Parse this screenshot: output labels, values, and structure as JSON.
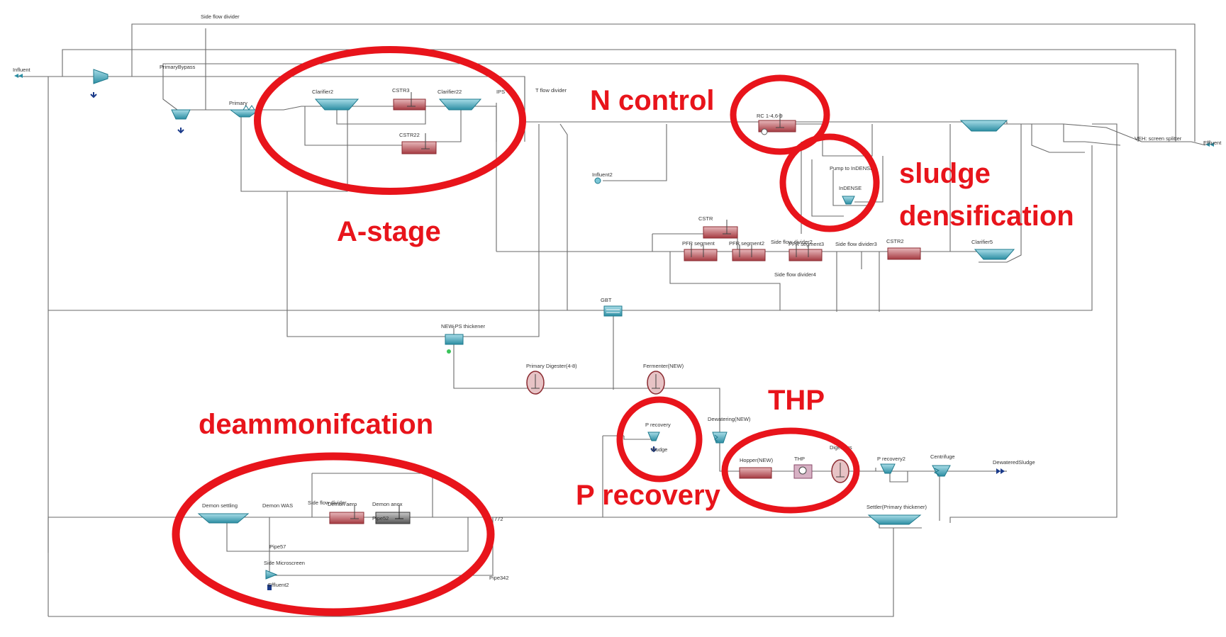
{
  "colors": {
    "annotation": "#e8141b",
    "wire": "#6a6a6a",
    "reactor": "#a8323a",
    "reactor_fill": "#d89a9e",
    "clarifier": "#1e8aa0",
    "clarifier_fill": "#7cc6d6",
    "anox": "#555555",
    "label": "#333333"
  },
  "annotations": {
    "n_control": "N control",
    "a_stage": "A-stage",
    "sludge_1": "sludge",
    "sludge_2": "densification",
    "thp": "THP",
    "deammon": "deammonifcation",
    "p_recovery": "P recovery"
  },
  "labels": {
    "influent": "Influent",
    "side_flow_divider": "Side flow divider",
    "primary_bypass": "PrimaryBypass",
    "primary": "Primary",
    "clarifier2": "Clarifier2",
    "cstr3": "CSTR3",
    "clarifier22": "Clarifier22",
    "ips": "IPS",
    "flow_divider": "T flow divider",
    "cstr22": "CSTR22",
    "rc": "RC 1-4,6-9",
    "pump_indense": "Pump to InDENSE",
    "indense": "InDENSE",
    "influent2": "Influent2",
    "cstr": "CSTR",
    "pfr1": "PFR segment",
    "pfr2": "PFR segment2",
    "sfd2": "Side flow divider2",
    "pfr3": "PFR segment3",
    "sfd3": "Side flow divider3",
    "cstr2": "CSTR2",
    "clarifier5": "Clarifier5",
    "sfd4": "Side flow divider4",
    "veh": "VEH: screen splitter",
    "effluent": "Effluent",
    "gbt": "GBT",
    "new_ps": "NEW PS thickener",
    "primary_digester": "Primary Digester(4-8)",
    "fermenter": "Fermenter(NEW)",
    "p_recovery_unit": "P recovery",
    "sludge": "Sludge",
    "dewatering": "Dewatering(NEW)",
    "hopper": "Hopper(NEW)",
    "thp_unit": "THP",
    "digesters": "Digesters",
    "p_recovery2": "P recovery2",
    "centrifuge": "Centrifuge",
    "dewatered": "DewateredSludge",
    "demon_settling": "Demon settling",
    "demon_was": "Demon WAS",
    "sfd_demon": "Side flow divider",
    "demon_aero": "Demon aero",
    "demon_anox": "Demon anox",
    "pipe52": "Pipe52",
    "n772": "772",
    "pipe57": "Pipe57",
    "side_microscreen": "Side Microscreen",
    "effluent2": "Effluent2",
    "pipe342": "Pipe342",
    "settler": "Settler(Primary thickener)"
  }
}
